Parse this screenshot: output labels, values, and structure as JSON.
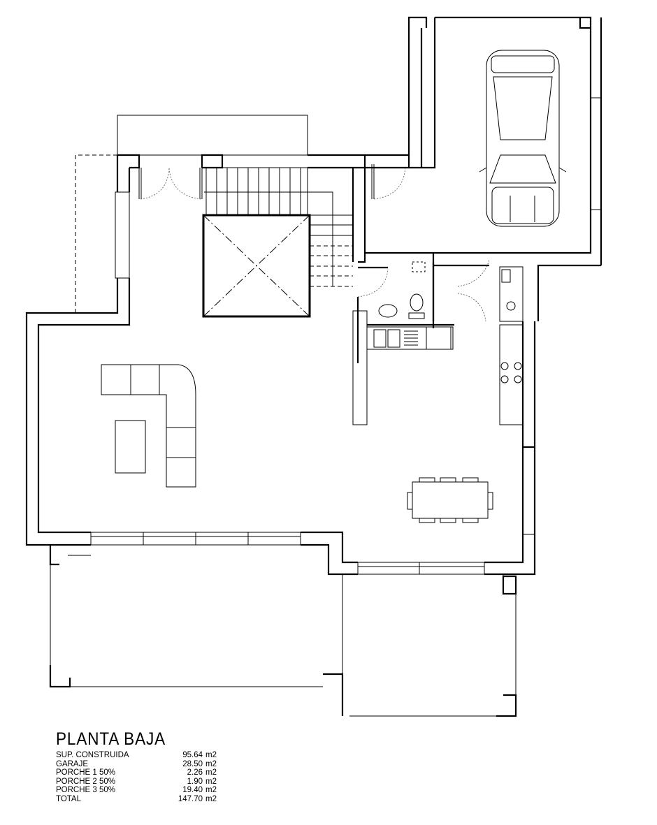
{
  "plan": {
    "title": "PLANTA BAJA",
    "areas": [
      {
        "label": "SUP. CONSTRUIDA",
        "value": "95.64",
        "unit": "m2"
      },
      {
        "label": "GARAJE",
        "value": "28.50",
        "unit": "m2"
      },
      {
        "label": "PORCHE 1 50%",
        "value": "2.26",
        "unit": "m2"
      },
      {
        "label": "PORCHE 2 50%",
        "value": "1.90",
        "unit": "m2"
      },
      {
        "label": "PORCHE 3 50%",
        "value": "19.40",
        "unit": "m2"
      },
      {
        "label": "TOTAL",
        "value": "147.70",
        "unit": "m2"
      }
    ]
  }
}
